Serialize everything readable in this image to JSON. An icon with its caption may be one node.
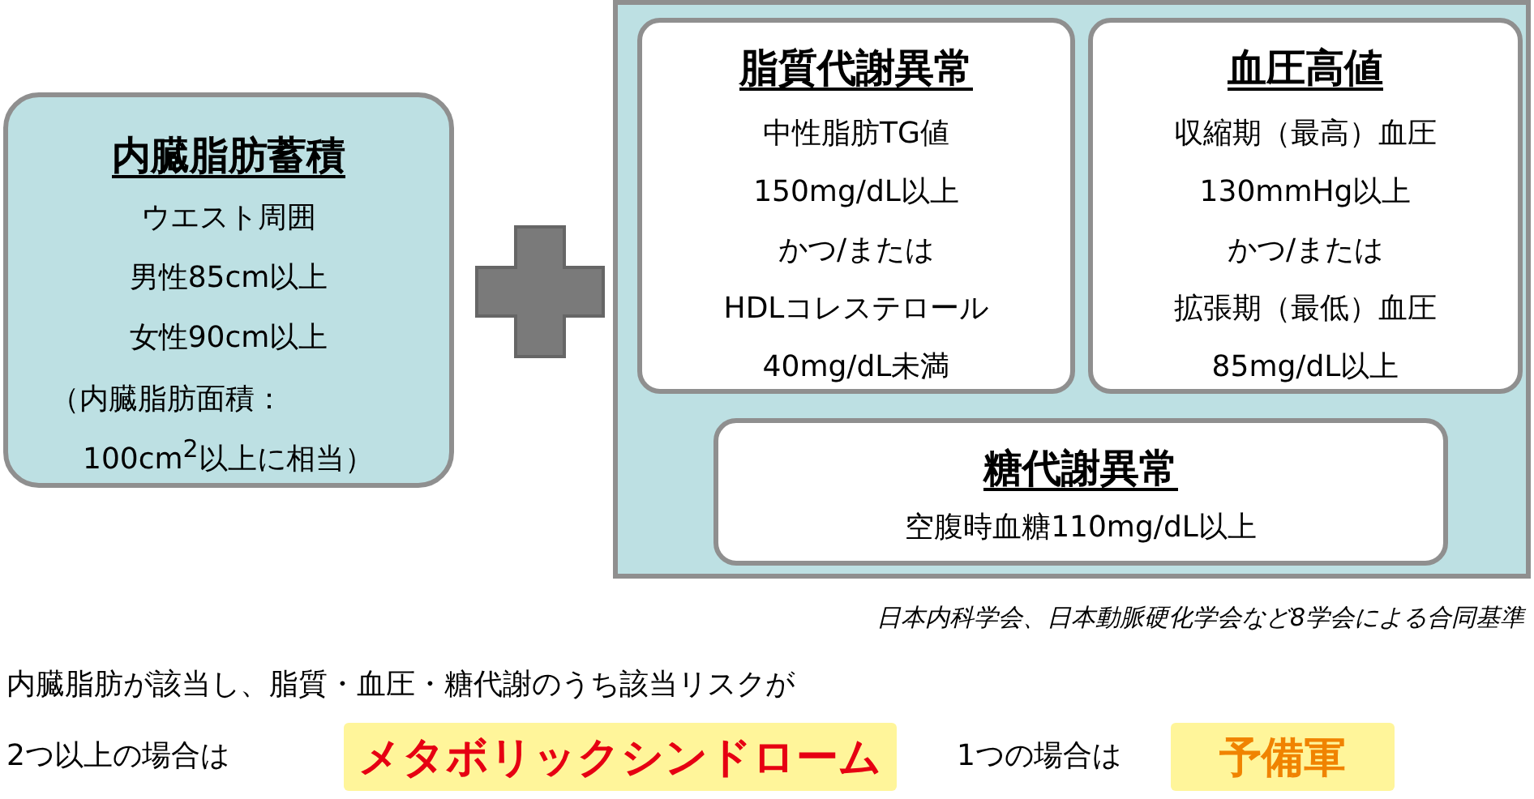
{
  "diagram": {
    "nodes": [
      {
        "text": [
          "内臓脂肪蓄積",
          "ウエスト周囲",
          "男性85cm以上",
          "女性90cm以上",
          "（内臓脂肪面積：100cm$^{2}$以上に相当）"
        ]
      },
      {
        "text": [],
        "shape": "box"
      },
      {
        "text": [
          "脂質代謝異常",
          "中性脂肪TG値",
          "150mg/dL以上",
          "かつ/または",
          "HDLコレステロール",
          "40mg/dL未満"
        ],
        "in": 1
      },
      {
        "text": [
          "血圧高値",
          "収縮期（最高）血圧",
          "130mmHg以上",
          "かつ/または",
          "拡張期（最低）血圧",
          "85mg/dL以上"
        ],
        "in": 1
      },
      {
        "text": [
          "糖代謝異常",
          "空腹時血糖110mg/dL以上"
        ],
        "in": 1
      },
      {
        "text": [
          "メタボリックシンドローム"
        ]
      },
      {
        "text": [
          "予備軍"
        ]
      }
    ],
    "edges": [],
    "labels": [
      "日本内科学会、日本動脈硬化学会など8学会による合同基準",
      "内臓脂肪が該当し、脂質・血圧・糖代謝のうち該当リスクが",
      "2つ以上の場合は",
      "1つの場合は"
    ]
  }
}
